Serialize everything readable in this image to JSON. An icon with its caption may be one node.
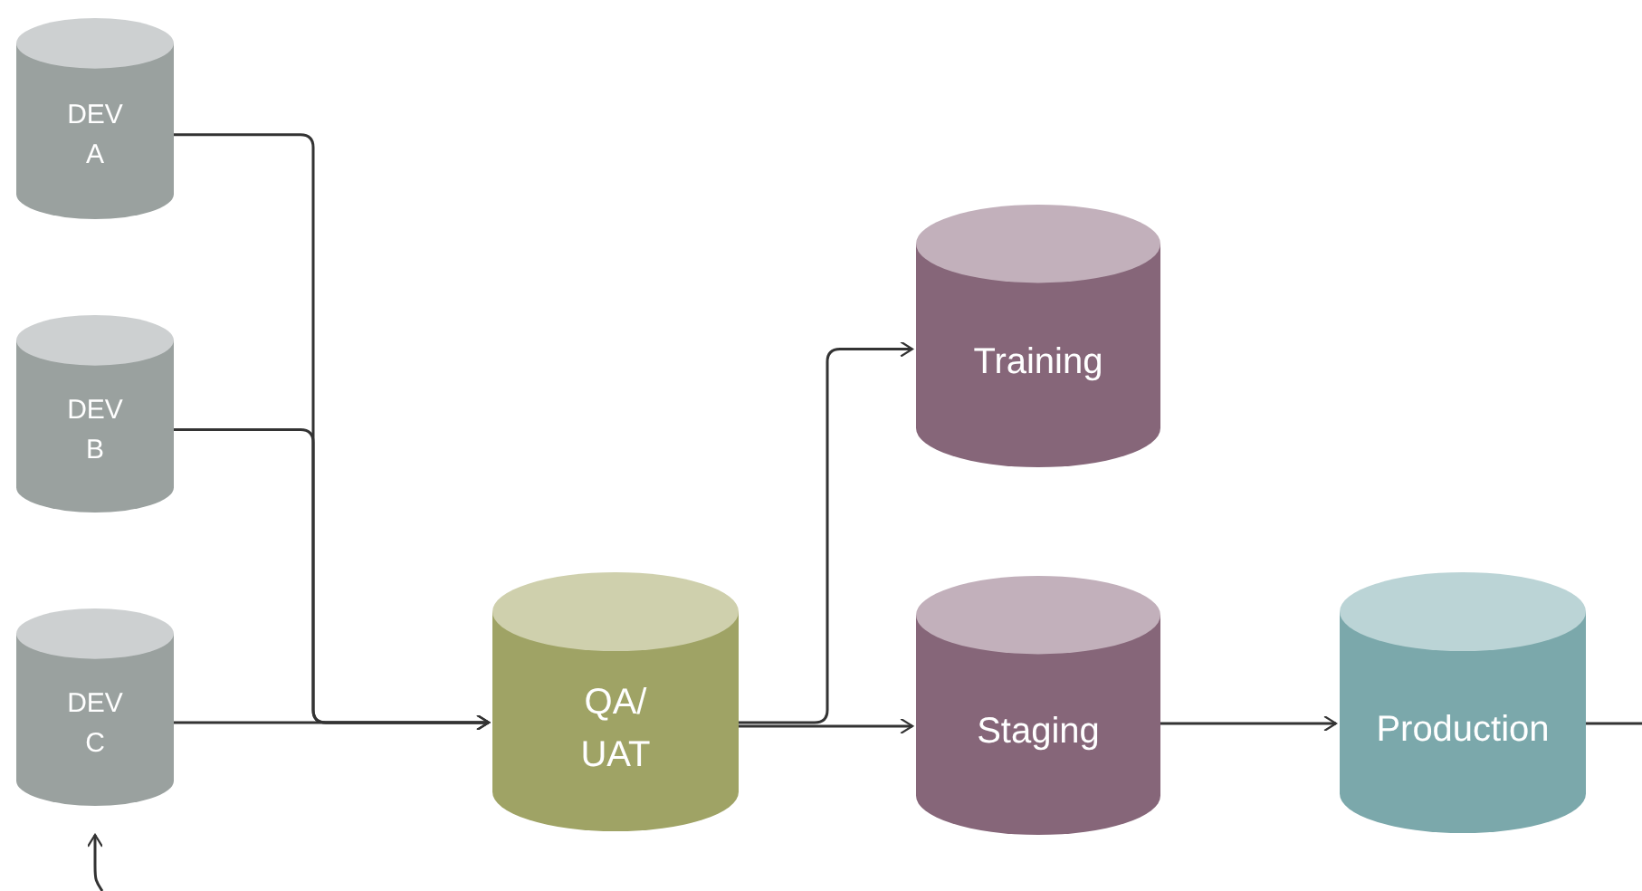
{
  "diagram": {
    "nodes": [
      {
        "text": [
          "DEV A"
        ]
      },
      {
        "text": [
          "DEV B"
        ]
      },
      {
        "text": [
          "DEV C"
        ]
      },
      {
        "text": [
          "QA/ UAT"
        ]
      },
      {
        "text": [
          "Training"
        ]
      },
      {
        "text": [
          "Staging"
        ]
      },
      {
        "text": [
          "Production"
        ]
      }
    ],
    "edges": [
      {
        "from": 0,
        "to": 3,
        "arrow": "to"
      },
      {
        "from": 1,
        "to": 3,
        "arrow": "to"
      },
      {
        "from": 2,
        "to": 3,
        "arrow": "to"
      },
      {
        "from": 3,
        "to": 4,
        "arrow": "to"
      },
      {
        "from": 3,
        "to": 5,
        "arrow": "to"
      },
      {
        "from": 5,
        "to": 6,
        "arrow": "to"
      },
      {
        "from": 6,
        "to": null,
        "arrow": "none"
      },
      {
        "from": null,
        "to": 2,
        "arrow": "to"
      }
    ]
  }
}
